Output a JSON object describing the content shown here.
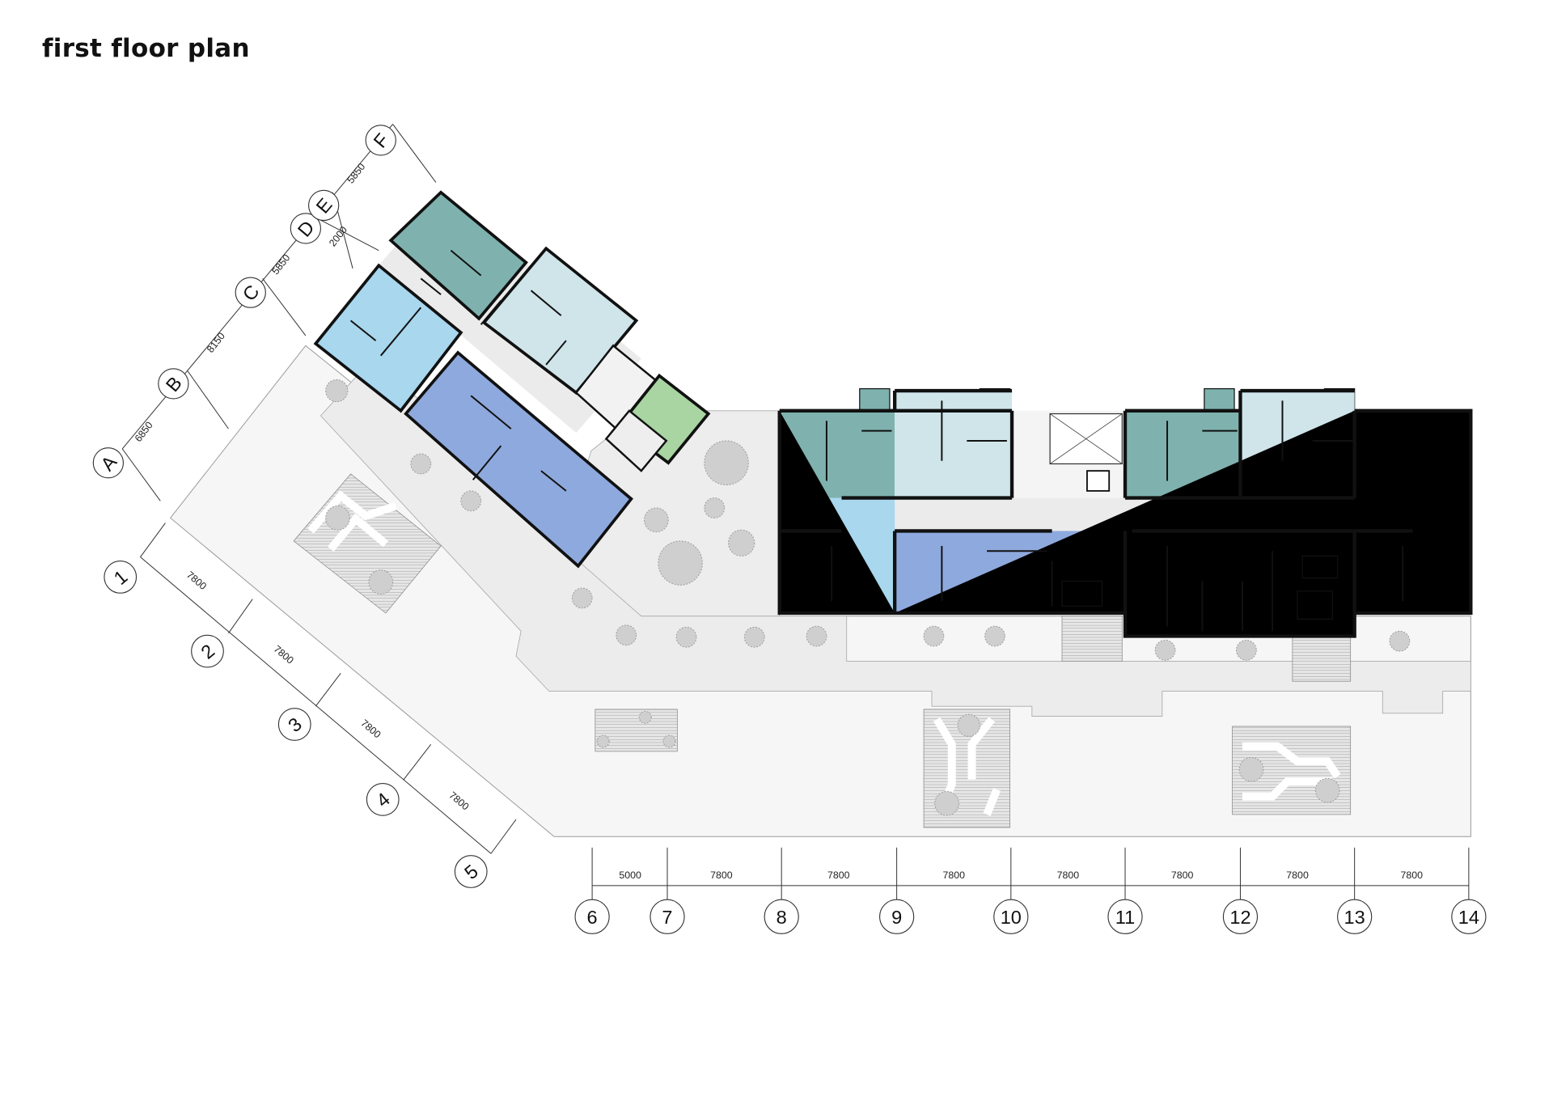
{
  "title": "first floor plan",
  "colors": {
    "teal_unit": "#7fb2ae",
    "pale_unit": "#cfe5ea",
    "light_blue_unit": "#a8d7ee",
    "blue_unit": "#8ea9dd",
    "purple_unit": "#7f89cf",
    "green_core": "#a8d5a2",
    "terrace": "#f4f4f5"
  },
  "axes_diagonal_upper": {
    "labels": [
      "A",
      "B",
      "C",
      "D",
      "E",
      "F"
    ],
    "dimensions": [
      "6850",
      "8150",
      "5850",
      "2000",
      "5850"
    ]
  },
  "axes_diagonal_lower": {
    "labels": [
      "1",
      "2",
      "3",
      "4",
      "5"
    ],
    "dimensions": [
      "7800",
      "7800",
      "7800",
      "7800"
    ]
  },
  "axes_bottom": {
    "labels": [
      "6",
      "7",
      "8",
      "9",
      "10",
      "11",
      "12",
      "13",
      "14"
    ],
    "dimensions": [
      "5000",
      "7800",
      "7800",
      "7800",
      "7800",
      "7800",
      "7800",
      "7800"
    ]
  }
}
